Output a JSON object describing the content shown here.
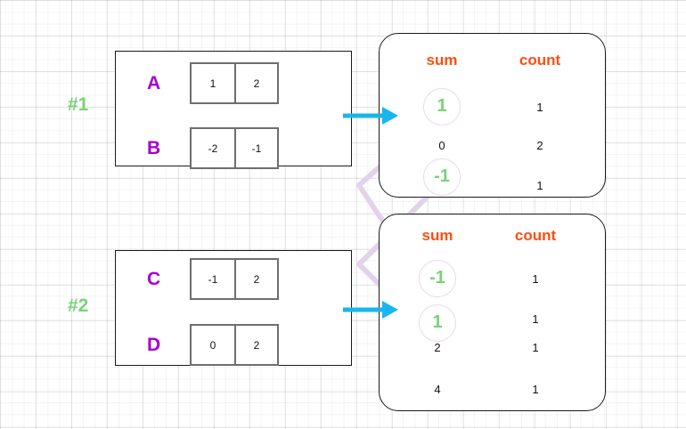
{
  "colors": {
    "step_label": "#79d279",
    "row_label": "#a800d0",
    "header": "#ff4d0d",
    "arrow": "#19b5ec",
    "link_line": "#e0cfe8",
    "highlight": "#79d279"
  },
  "steps": [
    {
      "label": "#1"
    },
    {
      "label": "#2"
    }
  ],
  "input_groups": [
    {
      "name": "group-1",
      "rows": [
        {
          "label": "A",
          "cells": [
            "1",
            "2"
          ]
        },
        {
          "label": "B",
          "cells": [
            "-2",
            "-1"
          ]
        }
      ]
    },
    {
      "name": "group-2",
      "rows": [
        {
          "label": "C",
          "cells": [
            "-1",
            "2"
          ]
        },
        {
          "label": "D",
          "cells": [
            "0",
            "2"
          ]
        }
      ]
    }
  ],
  "agg_tables": [
    {
      "name": "agg-table-1",
      "headers": {
        "sum": "sum",
        "count": "count"
      },
      "rows": [
        {
          "sum": "1",
          "count": "1",
          "highlight": true
        },
        {
          "sum": "0",
          "count": "2",
          "highlight": false
        },
        {
          "sum": "-1",
          "count": "1",
          "highlight": true
        }
      ]
    },
    {
      "name": "agg-table-2",
      "headers": {
        "sum": "sum",
        "count": "count"
      },
      "rows": [
        {
          "sum": "-1",
          "count": "1",
          "highlight": true
        },
        {
          "sum": "1",
          "count": "1",
          "highlight": true
        },
        {
          "sum": "2",
          "count": "1",
          "highlight": false
        },
        {
          "sum": "4",
          "count": "1",
          "highlight": false
        }
      ]
    }
  ],
  "arrows": [
    {
      "name": "flow-arrow-1"
    },
    {
      "name": "flow-arrow-2"
    }
  ],
  "links": [
    {
      "name": "link-sum1-to-minus1"
    },
    {
      "name": "link-minus1-to-sum1"
    }
  ]
}
